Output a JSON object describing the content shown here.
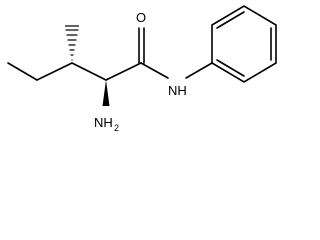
{
  "molecule": {
    "atom_labels": {
      "oxygen": "O",
      "nitrogen_h": "NH",
      "amine_n": "NH",
      "amine_sub": "2"
    },
    "colors": {
      "bond": "#000000",
      "background": "#ffffff"
    }
  }
}
